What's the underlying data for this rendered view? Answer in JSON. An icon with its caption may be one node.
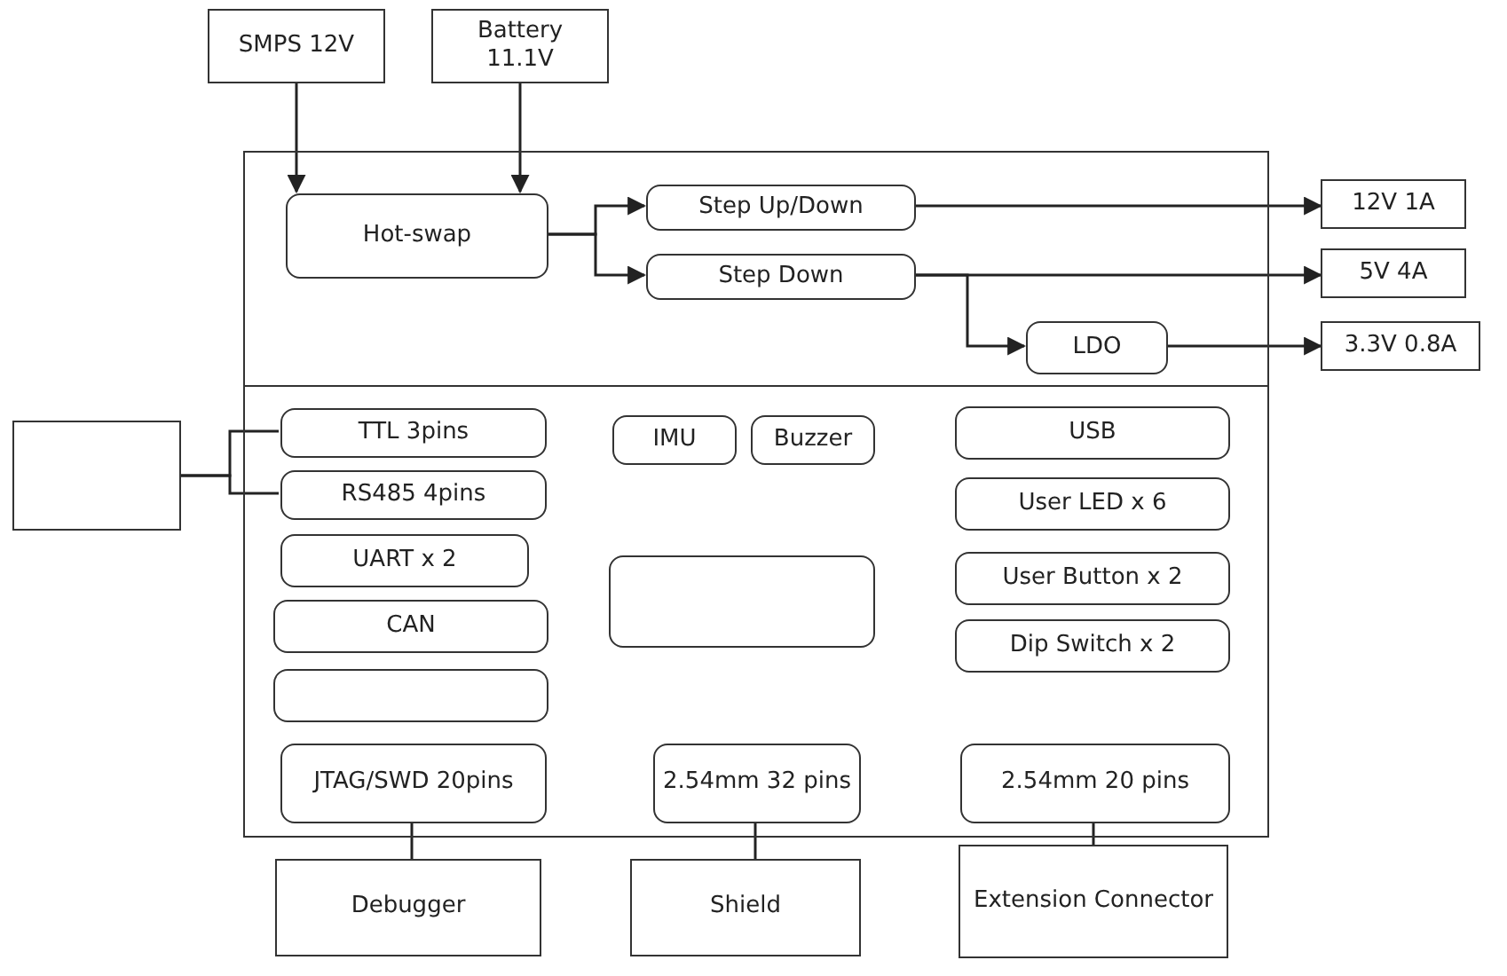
{
  "diagram": {
    "nodes": [
      {
        "text": [
          "SMPS 12V"
        ]
      },
      {
        "text": [
          "Battery 11.1V"
        ]
      },
      {
        "text": [],
        "shape": "box"
      },
      {
        "text": [
          "Hot-swap"
        ],
        "in": 2
      },
      {
        "text": [
          "Step Up/Down"
        ],
        "in": 2
      },
      {
        "text": [
          "Step Down"
        ],
        "in": 2
      },
      {
        "text": [
          "LDO"
        ],
        "in": 2
      },
      {
        "text": [
          "12V 1A"
        ]
      },
      {
        "text": [
          "5V 4A"
        ]
      },
      {
        "text": [
          "3.3V 0.8A"
        ]
      },
      {
        "text": [],
        "shape": "box"
      },
      {
        "text": [],
        "shape": "box"
      },
      {
        "text": [
          "TTL 3pins"
        ],
        "in": 11
      },
      {
        "text": [
          "IMU"
        ],
        "in": 11
      },
      {
        "text": [
          "Buzzer"
        ],
        "in": 11
      },
      {
        "text": [
          "USB"
        ],
        "in": 11
      },
      {
        "text": [
          "RS485 4pins"
        ],
        "in": 11
      },
      {
        "text": [
          "User LED x 6"
        ],
        "in": 11
      },
      {
        "text": [
          "UART x 2"
        ],
        "in": 11
      },
      {
        "text": [],
        "shape": "box",
        "in": 11
      },
      {
        "text": [
          "User Button x 2"
        ],
        "in": 11
      },
      {
        "text": [
          "CAN"
        ],
        "in": 11
      },
      {
        "text": [
          "Dip Switch x 2"
        ],
        "in": 11
      },
      {
        "text": [],
        "shape": "box",
        "in": 11
      },
      {
        "text": [
          "JTAG/SWD 20pins"
        ],
        "in": 11
      },
      {
        "text": [
          "2.54mm 32 pins"
        ],
        "in": 11
      },
      {
        "text": [
          "2.54mm 20 pins"
        ],
        "in": 11
      },
      {
        "text": [
          "Debugger"
        ]
      },
      {
        "text": [
          "Shield"
        ]
      },
      {
        "text": [
          "Extension Connector"
        ]
      }
    ],
    "edges": [
      {
        "from": 0,
        "to": 3,
        "arrow": "to"
      },
      {
        "from": 1,
        "to": 3,
        "arrow": "to"
      },
      {
        "from": 3,
        "to": 4,
        "arrow": "to"
      },
      {
        "from": 3,
        "to": 5,
        "arrow": "to"
      },
      {
        "from": 4,
        "to": 7,
        "arrow": "to"
      },
      {
        "from": 5,
        "to": 8,
        "arrow": "to"
      },
      {
        "from": 5,
        "to": 6,
        "arrow": "to"
      },
      {
        "from": 6,
        "to": 9,
        "arrow": "to"
      },
      {
        "from": 10,
        "to": 12,
        "arrow": "none"
      },
      {
        "from": 10,
        "to": 16,
        "arrow": "none"
      },
      {
        "from": 24,
        "to": 27,
        "arrow": "none"
      },
      {
        "from": 25,
        "to": 28,
        "arrow": "none"
      },
      {
        "from": 26,
        "to": 29,
        "arrow": "none"
      }
    ]
  }
}
